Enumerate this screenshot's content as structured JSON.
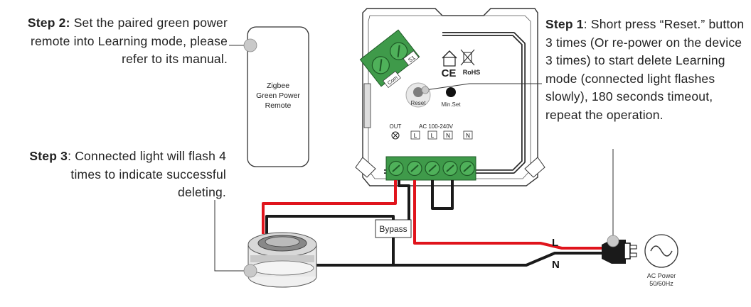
{
  "step2": {
    "label": "Step 2:",
    "text": "Set the paired green power remote into Learning mode, please refer to its manual."
  },
  "step3": {
    "label": "Step 3",
    "text": ": Connected light will flash 4 times to indicate successful deleting."
  },
  "step1": {
    "label": "Step 1",
    "text": ": Short press “Reset.” button 3 times (Or re-power on the device 3 times) to start delete Learning mode (connected light flashes slowly), 180 seconds timeout, repeat the operation."
  },
  "remote": {
    "line1": "Zigbee",
    "line2": "Green Power",
    "line3": "Remote"
  },
  "device": {
    "reset_label": "Reset",
    "minset_label": "Min.Set",
    "out_label": "OUT",
    "ac_label": "AC 100-240V",
    "terminals": [
      "L",
      "L",
      "N",
      "N"
    ],
    "s1_label": "S1",
    "com_label": "Com",
    "ce_label": "CE",
    "rohs_label": "RoHS"
  },
  "bypass_label": "Bypass",
  "wire_l_label": "L",
  "wire_n_label": "N",
  "ac_power": {
    "line1": "AC Power",
    "line2": "50/60Hz"
  },
  "colors": {
    "live": "#e0141c",
    "neutral": "#1a1a1a",
    "terminal_green": "#3f9a4a",
    "pointer": "#c8c8c8"
  }
}
